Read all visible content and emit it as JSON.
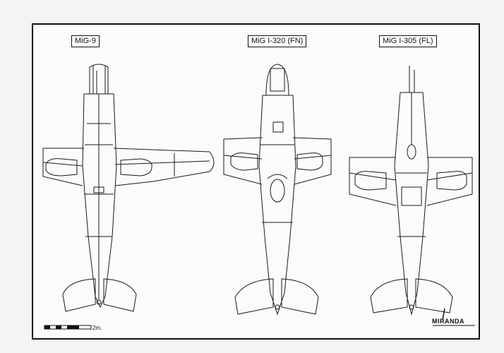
{
  "labels": {
    "mig9": "MiG-9",
    "i320": "MiG I-320 (FN)",
    "i305": "MiG I-305 (FL)"
  },
  "scale_label": "2m.",
  "logo": "MIRANDA",
  "icons": [
    "aircraft-top-view-mig9",
    "aircraft-top-view-i320",
    "aircraft-top-view-i305",
    "scale-bar-icon",
    "miranda-logo-icon"
  ],
  "colors": {
    "line": "#1a1a1a",
    "paper": "#fbfbfa",
    "frame": "#111111"
  }
}
